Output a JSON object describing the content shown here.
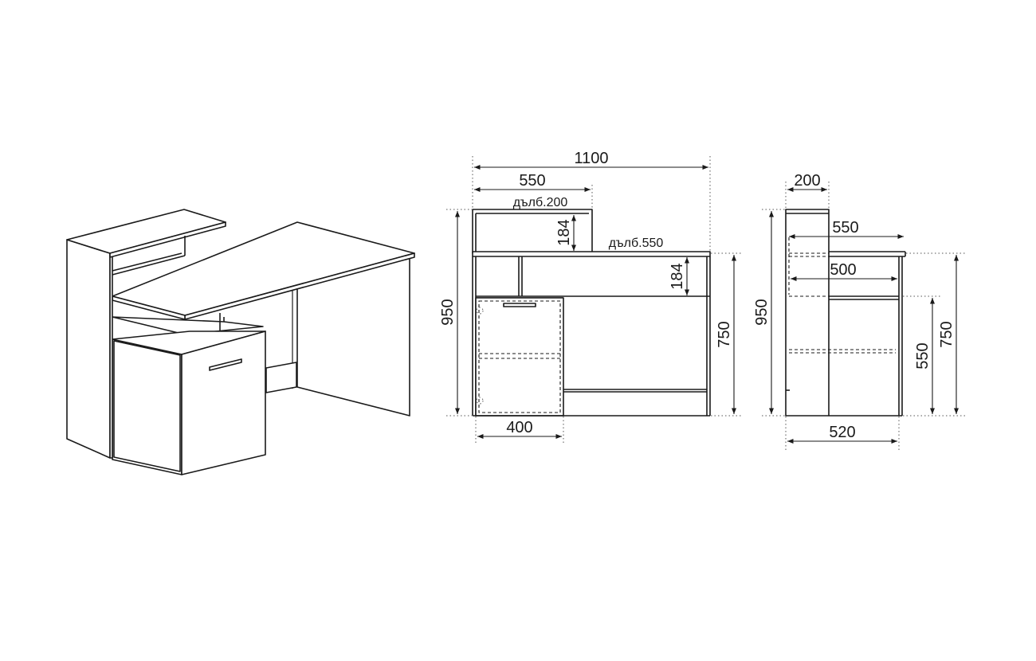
{
  "front_view": {
    "width_total": "1100",
    "width_upper": "550",
    "depth_upper": "дълб.200",
    "depth_desk": "дълб.550",
    "shelf_height_upper": "184",
    "shelf_height_desk": "184",
    "height_total": "950",
    "height_desk": "750",
    "cabinet_width": "400"
  },
  "side_view": {
    "depth_upper": "200",
    "depth_550": "550",
    "depth_500": "500",
    "height_total": "950",
    "height_cabinet": "550",
    "height_desk": "750",
    "base_width": "520"
  },
  "colors": {
    "line": "#1a1a1a",
    "background": "#ffffff"
  }
}
